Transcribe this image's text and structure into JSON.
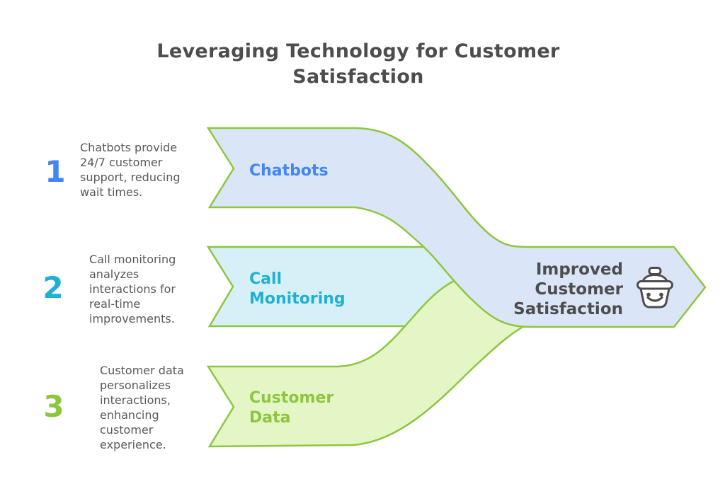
{
  "title": "Leveraging Technology for Customer Satisfaction",
  "steps": [
    {
      "number": "1",
      "description": "Chatbots provide 24/7 customer support, reducing wait times.",
      "label": "Chatbots",
      "accent_color": "#4285f4"
    },
    {
      "number": "2",
      "description": "Call monitoring analyzes interactions for real-time improvements.",
      "label": "Call Monitoring",
      "accent_color": "#1fb0d6"
    },
    {
      "number": "3",
      "description": "Customer data personalizes interactions, enhancing customer experience.",
      "label": "Customer Data",
      "accent_color": "#8cc63f"
    }
  ],
  "outcome": {
    "label": "Improved Customer Satisfaction",
    "icon": "smiling-basket-icon"
  },
  "colors": {
    "outline_green": "#8dc63f",
    "chatbots_fill": "#dbe5f8",
    "call_monitoring_fill": "#d7f0f8",
    "customer_data_fill": "#e5f6c6",
    "outcome_fill": "#dbe5f8",
    "title_text": "#4d4d4d",
    "description_text": "#595959",
    "icon_stroke": "#4d4d4d"
  }
}
